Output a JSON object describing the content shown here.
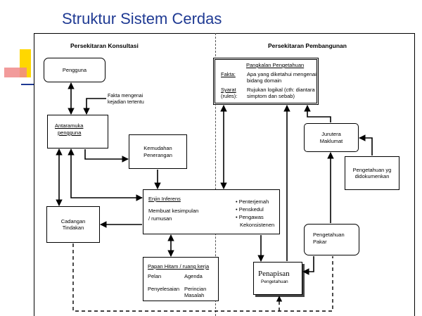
{
  "title": "Struktur Sistem Cerdas",
  "sections": {
    "consultation": "Persekitaran Konsultasi",
    "development": "Persekitaran Pembangunan"
  },
  "nodes": {
    "pengguna": "Pengguna",
    "fakta_note_line1": "Fakta mengenai",
    "fakta_note_line2": "kejadian tertentu",
    "antaramuka_line1": "Antaramuka",
    "antaramuka_line2": "pengguna",
    "kemudahan_line1": "Kemudahan",
    "kemudahan_line2": "Penerangan",
    "cadangan_line1": "Cadangan",
    "cadangan_line2": "Tindakan",
    "enjin": {
      "title": "Enjin Inferens",
      "desc_line1": "Membuat kesimpulan",
      "desc_line2": "/ rumusan",
      "items": [
        "Penterjemah",
        "Penskedul",
        "Pengawas",
        "Kekonsistenen"
      ]
    },
    "papan": {
      "title": "Papan Hitam / ruang kerja",
      "c1": [
        "Pelan",
        "Penyelesaian"
      ],
      "c2": [
        "Agenda",
        "Perincian",
        "Masalah"
      ]
    },
    "pangkalan": {
      "title": "Pangkalan Pengetahuan",
      "fakta_label": "Fakta:",
      "fakta_text_line1": "Apa yang diketahui mengenai",
      "fakta_text_line2": "bidang domain",
      "syarat_label_line1": "Syarat",
      "syarat_label_line2": "(rules):",
      "syarat_text_line1": "Rujukan logikal (cth: diantara",
      "syarat_text_line2": "simptom dan sebab)"
    },
    "jurutera_line1": "Jurutera",
    "jurutera_line2": "Maklumat",
    "dokumen_line1": "Pengetahuan yg",
    "dokumen_line2": "didokumenkan",
    "pakar_line1": "Pengetahuan",
    "pakar_line2": "Pakar",
    "penapisan_big": "Penapisan",
    "penapisan_small": "Pengetahuan"
  }
}
